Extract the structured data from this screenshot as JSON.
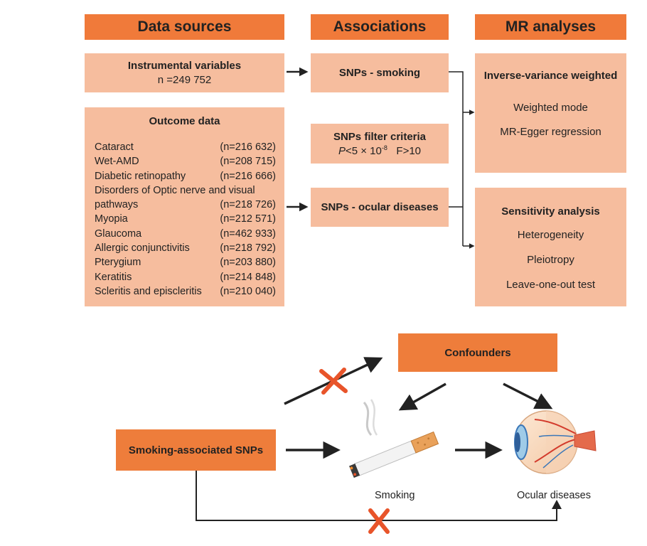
{
  "headers": {
    "data_sources": "Data sources",
    "associations": "Associations",
    "mr_analyses": "MR analyses"
  },
  "instrumental": {
    "title": "Instrumental variables",
    "count": "n =249 752"
  },
  "outcome": {
    "title": "Outcome data",
    "items": [
      {
        "label": "Cataract",
        "n": "(n=216 632)"
      },
      {
        "label": "Wet-AMD",
        "n": "(n=208 715)"
      },
      {
        "label": "Diabetic retinopathy",
        "n": "(n=216 666)"
      },
      {
        "label": "Disorders of Optic nerve and visual",
        "n": ""
      },
      {
        "label": "pathways",
        "n": "(n=218 726)"
      },
      {
        "label": "Myopia",
        "n": "(n=212 571)"
      },
      {
        "label": "Glaucoma",
        "n": "(n=462 933)"
      },
      {
        "label": "Allergic conjunctivitis",
        "n": "(n=218 792)"
      },
      {
        "label": "Pterygium",
        "n": "(n=203 880)"
      },
      {
        "label": "Keratitis",
        "n": "(n=214 848)"
      },
      {
        "label": "Scleritis and episcleritis",
        "n": "(n=210 040)"
      }
    ]
  },
  "associations": {
    "smoking": "SNPs - smoking",
    "filter_title": "SNPs filter criteria",
    "filter_p": "P",
    "filter_rest": "<5 × 10",
    "filter_exp": "-8",
    "filter_f": "F>10",
    "ocular": "SNPs - ocular diseases"
  },
  "mr": {
    "ivw": "Inverse-variance weighted",
    "weighted_mode": "Weighted mode",
    "egger": "MR-Egger regression",
    "sensitivity": "Sensitivity analysis",
    "heterogeneity": "Heterogeneity",
    "pleiotropy": "Pleiotropy",
    "loo": "Leave-one-out test"
  },
  "bottom": {
    "confounders": "Confounders",
    "snps": "Smoking-associated SNPs",
    "smoking": "Smoking",
    "ocular": "Ocular diseases"
  },
  "colors": {
    "header": "#f07a3a",
    "pale_box": "#f6bd9e",
    "dark_box": "#ee7d3b",
    "cross": "#e8542a"
  }
}
